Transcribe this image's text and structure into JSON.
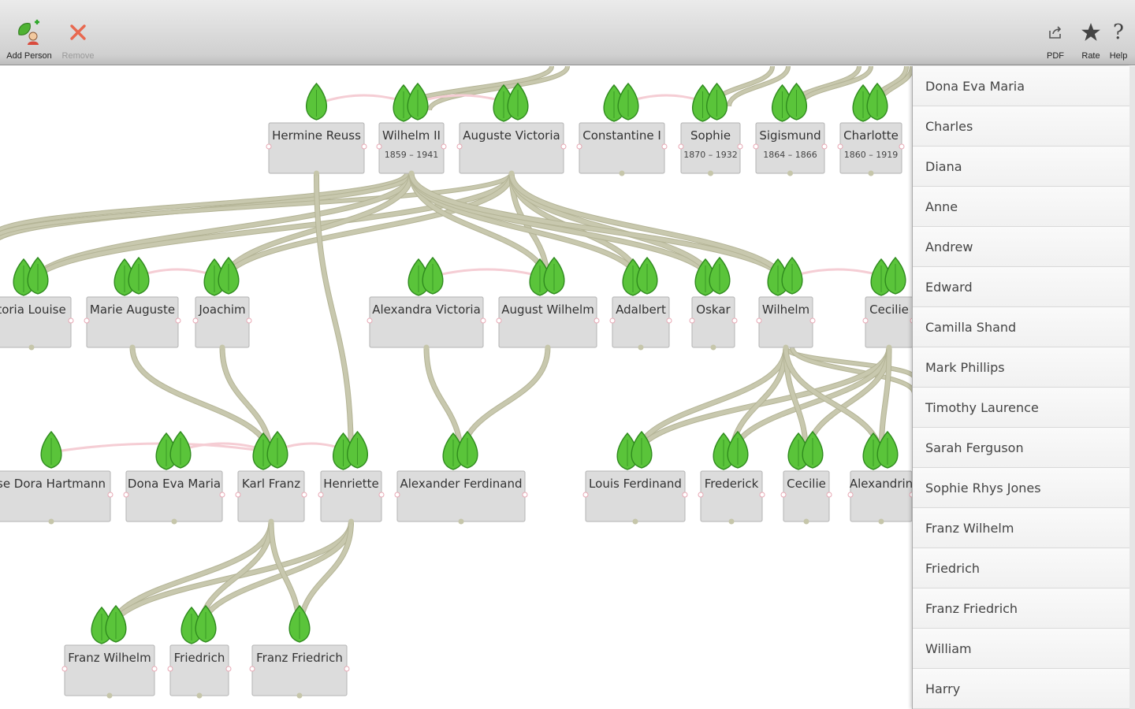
{
  "toolbar": {
    "add_person_label": "Add Person",
    "remove_label": "Remove",
    "pdf_label": "PDF",
    "rate_label": "Rate",
    "help_label": "Help",
    "help_glyph": "?"
  },
  "colors": {
    "leaf": "#5ac43a",
    "link": "#c8c8ae",
    "spouse_link": "#f5cdd4",
    "node_fill": "#dcdcdc",
    "remove_x": "#e8684f"
  },
  "nodes": {
    "hermine": {
      "name": "Hermine Reuss"
    },
    "wilhelm2": {
      "name": "Wilhelm II",
      "years": "1859 – 1941"
    },
    "auguste_victoria": {
      "name": "Auguste Victoria"
    },
    "constantine": {
      "name": "Constantine I"
    },
    "sophie": {
      "name": "Sophie",
      "years": "1870 – 1932"
    },
    "sigismund": {
      "name": "Sigismund",
      "years": "1864 – 1866"
    },
    "charlotte": {
      "name": "Charlotte",
      "years": "1860 – 1919"
    },
    "viktoria_louise": {
      "name": "toria Louise"
    },
    "marie_auguste": {
      "name": "Marie Auguste"
    },
    "joachim": {
      "name": "Joachim"
    },
    "alexandra_victoria": {
      "name": "Alexandra Victoria"
    },
    "august_wilhelm": {
      "name": "August Wilhelm"
    },
    "adalbert": {
      "name": "Adalbert"
    },
    "oskar": {
      "name": "Oskar"
    },
    "wilhelm": {
      "name": "Wilhelm"
    },
    "cecilie1": {
      "name": "Cecilie"
    },
    "dora": {
      "name": "se Dora Hartmann"
    },
    "dona": {
      "name": "Dona Eva Maria"
    },
    "karl_franz": {
      "name": "Karl Franz"
    },
    "henriette": {
      "name": "Henriette"
    },
    "alexander_ferdinand": {
      "name": "Alexander Ferdinand"
    },
    "louis_ferdinand": {
      "name": "Louis Ferdinand"
    },
    "frederick": {
      "name": "Frederick"
    },
    "cecilie2": {
      "name": "Cecilie"
    },
    "alexandrine": {
      "name": "Alexandrin"
    },
    "franz_wilhelm": {
      "name": "Franz Wilhelm"
    },
    "friedrich": {
      "name": "Friedrich"
    },
    "franz_friedrich": {
      "name": "Franz Friedrich"
    }
  },
  "sidebar": {
    "items": [
      {
        "label": "Dona Eva Maria"
      },
      {
        "label": "Charles"
      },
      {
        "label": "Diana"
      },
      {
        "label": "Anne"
      },
      {
        "label": "Andrew"
      },
      {
        "label": "Edward"
      },
      {
        "label": "Camilla Shand"
      },
      {
        "label": "Mark Phillips"
      },
      {
        "label": "Timothy Laurence"
      },
      {
        "label": "Sarah Ferguson"
      },
      {
        "label": "Sophie Rhys Jones"
      },
      {
        "label": "Franz Wilhelm"
      },
      {
        "label": "Friedrich"
      },
      {
        "label": "Franz Friedrich"
      },
      {
        "label": "William"
      },
      {
        "label": "Harry"
      }
    ]
  }
}
